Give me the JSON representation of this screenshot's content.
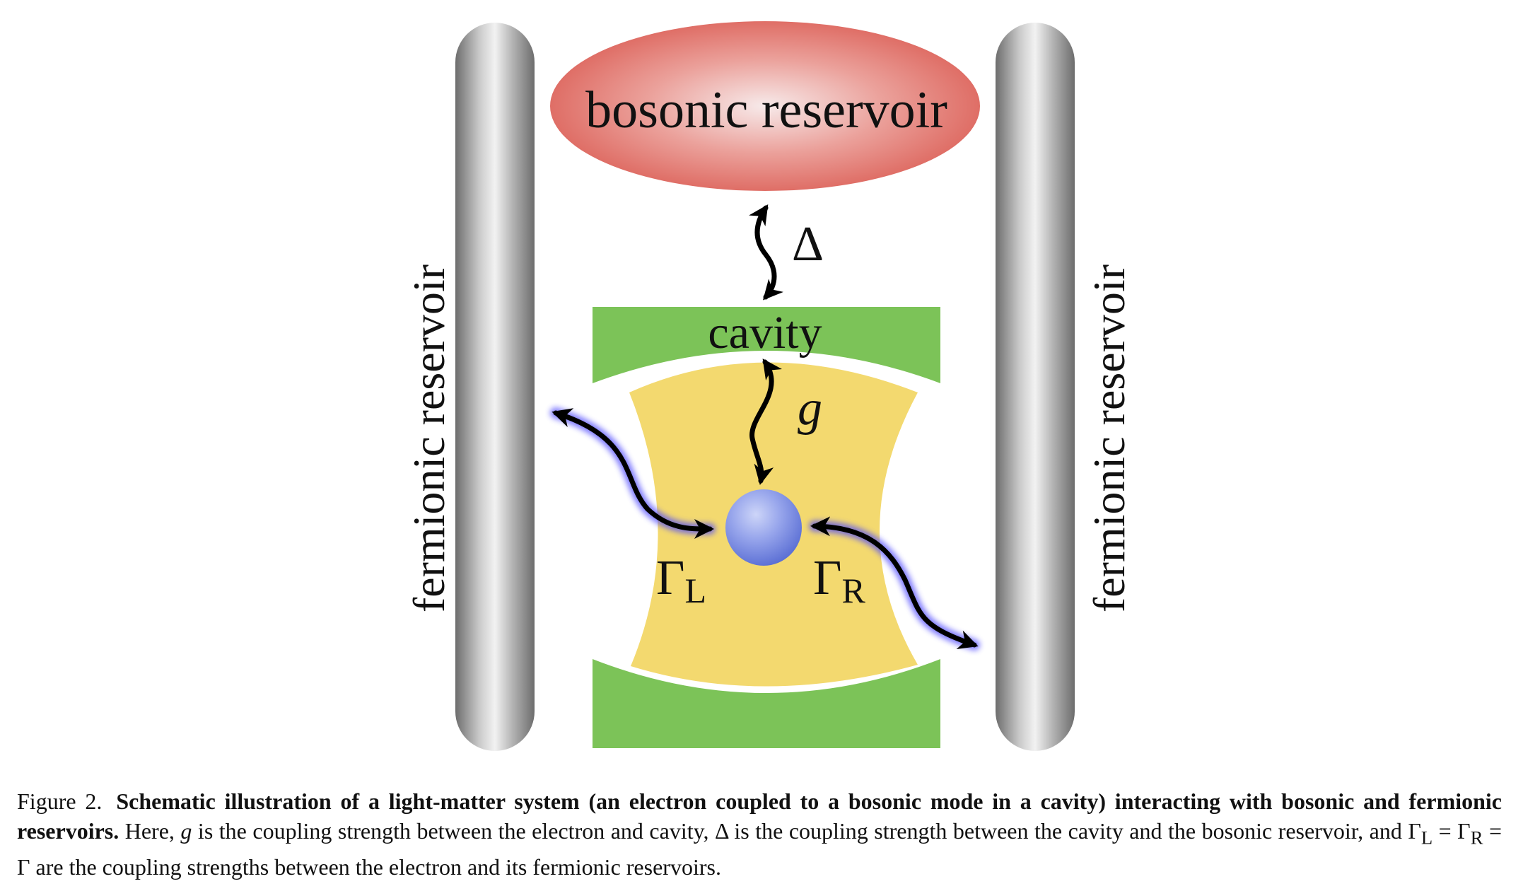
{
  "figure": {
    "labels": {
      "bosonic_reservoir": "bosonic reservoir",
      "left_reservoir": "fermionic reservoir",
      "right_reservoir": "fermionic reservoir",
      "cavity": "cavity",
      "delta": "Δ",
      "g": "g",
      "gamma_left_symbol": "Γ",
      "gamma_left_sub": "L",
      "gamma_right_symbol": "Γ",
      "gamma_right_sub": "R"
    },
    "colors": {
      "bosonic_reservoir_edge": "#df6e66",
      "bosonic_reservoir_center": "#f7eaea",
      "cavity_mirror": "#7cc358",
      "cavity_field": "#f3d96f",
      "electron": "#7386e2",
      "electron_highlight": "#cdd5f8",
      "reservoir_rod_dark": "#6d6d6d",
      "reservoir_rod_light": "#f2f2f2",
      "arrow": "#000000",
      "arrow_glow": "#4f48ff"
    }
  },
  "caption": {
    "label": "Figure 2.",
    "title": "Schematic illustration of a light-matter system (an electron coupled to a bosonic mode in a cavity) interacting with bosonic and fermionic reservoirs.",
    "body_1": " Here, ",
    "g": "g",
    "body_2": " is the coupling strength between the electron and cavity, Δ is the coupling strength between the cavity and the bosonic reservoir, and Γ",
    "sub_L": "L",
    "body_3": " = Γ",
    "sub_R": "R",
    "body_4": " = Γ are the coupling strengths between the electron and its fermionic reservoirs."
  }
}
